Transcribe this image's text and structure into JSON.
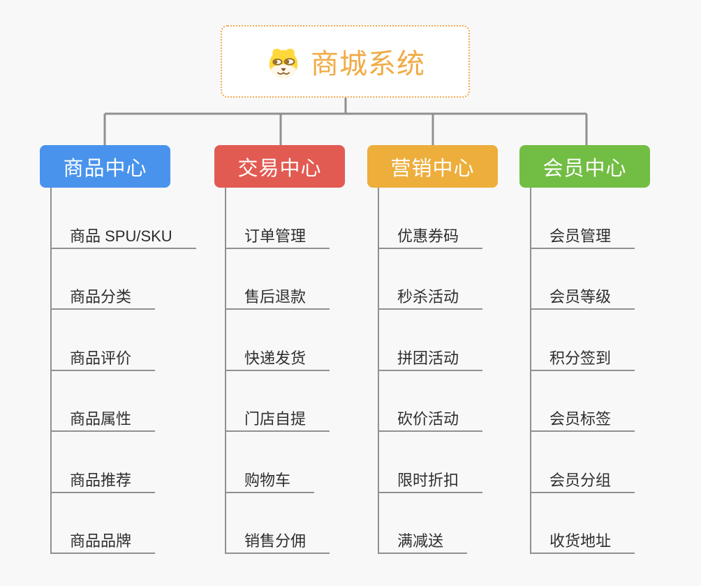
{
  "root": {
    "title": "商城系统",
    "icon": "dog-face-icon"
  },
  "branches": [
    {
      "label": "商品中心",
      "color": "#4993EC",
      "children": [
        "商品 SPU/SKU",
        "商品分类",
        "商品评价",
        "商品属性",
        "商品推荐",
        "商品品牌"
      ]
    },
    {
      "label": "交易中心",
      "color": "#E25B52",
      "children": [
        "订单管理",
        "售后退款",
        "快递发货",
        "门店自提",
        "购物车",
        "销售分佣"
      ]
    },
    {
      "label": "营销中心",
      "color": "#EDAE3C",
      "children": [
        "优惠券码",
        "秒杀活动",
        "拼团活动",
        "砍价活动",
        "限时折扣",
        "满减送"
      ]
    },
    {
      "label": "会员中心",
      "color": "#72BE44",
      "children": [
        "会员管理",
        "会员等级",
        "积分签到",
        "会员标签",
        "会员分组",
        "收货地址"
      ]
    }
  ],
  "colors": {
    "background": "#F8F8F9",
    "root_border": "#F1A94E",
    "root_title": "#F0AB45",
    "header_text": "#FFFFFF",
    "connector": "#909090",
    "child_text": "#2E2E2E"
  }
}
